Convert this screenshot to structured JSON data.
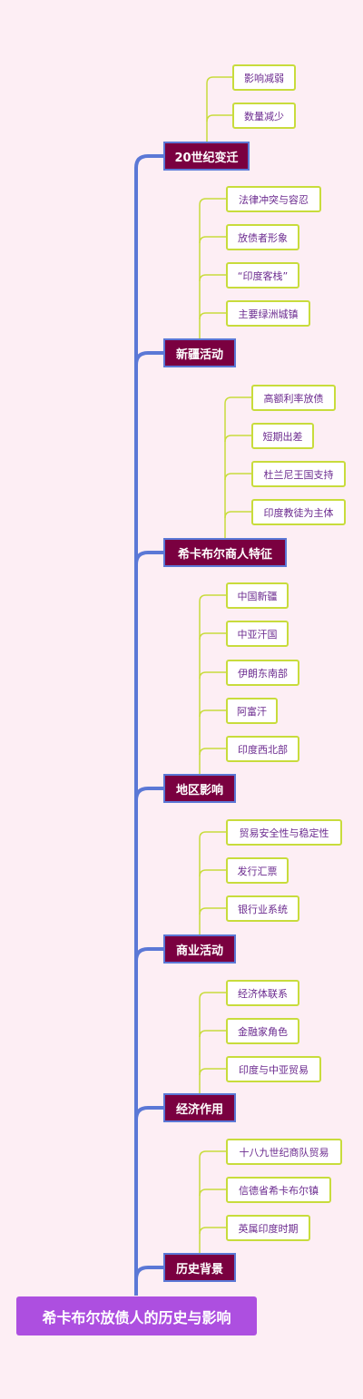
{
  "root": {
    "label": "希卡布尔放债人的历史与影响"
  },
  "branches": [
    {
      "label": "20世纪变迁",
      "children": [
        "影响减弱",
        "数量减少"
      ]
    },
    {
      "label": "新疆活动",
      "children": [
        "法律冲突与容忍",
        "放债者形象",
        "“印度客栈”",
        "主要绿洲城镇"
      ]
    },
    {
      "label": "希卡布尔商人特征",
      "children": [
        "高额利率放债",
        "短期出差",
        "杜兰尼王国支持",
        "印度教徒为主体"
      ]
    },
    {
      "label": "地区影响",
      "children": [
        "中国新疆",
        "中亚汗国",
        "伊朗东南部",
        "阿富汗",
        "印度西北部"
      ]
    },
    {
      "label": "商业活动",
      "children": [
        "贸易安全性与稳定性",
        "发行汇票",
        "银行业系统"
      ]
    },
    {
      "label": "经济作用",
      "children": [
        "经济体联系",
        "金融家角色",
        "印度与中亚贸易"
      ]
    },
    {
      "label": "历史背景",
      "children": [
        "十八九世纪商队贸易",
        "信德省希卡布尔镇",
        "英属印度时期"
      ]
    }
  ],
  "colors": {
    "background": "#fdeef4",
    "root": "#ad4fe0",
    "branch": "#7a0040",
    "trunk": "#5b78d6",
    "leaf_border": "#c8dc3c",
    "leaf_text": "#6b2a8f"
  }
}
